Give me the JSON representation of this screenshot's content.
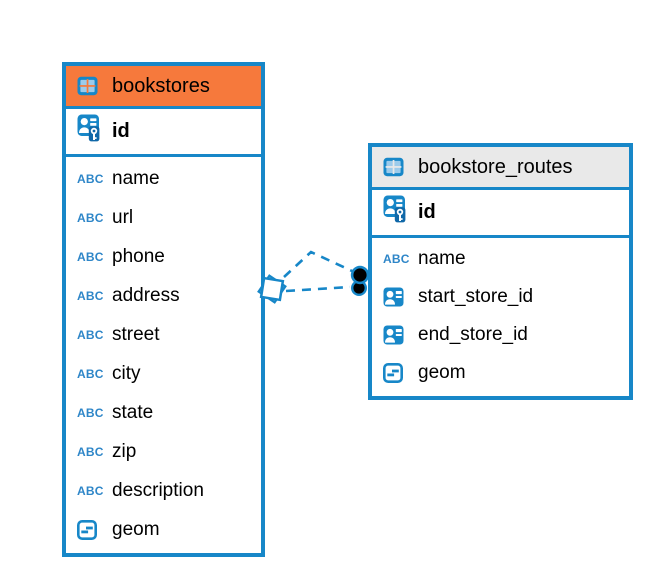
{
  "colors": {
    "accent_blue": "#1787C8",
    "header_orange": "#F6793C",
    "header_gray": "#E9E9E9",
    "row_background": "#FFFFFF",
    "text": "#000000",
    "relation_endpoint_black": "#000000"
  },
  "icon_labels": {
    "text_type": "ABC"
  },
  "tables": [
    {
      "title": "bookstores",
      "header_style": "orange",
      "pk": {
        "name": "id"
      },
      "columns": [
        {
          "name": "name",
          "type": "text"
        },
        {
          "name": "url",
          "type": "text"
        },
        {
          "name": "phone",
          "type": "text"
        },
        {
          "name": "address",
          "type": "text"
        },
        {
          "name": "street",
          "type": "text"
        },
        {
          "name": "city",
          "type": "text"
        },
        {
          "name": "state",
          "type": "text"
        },
        {
          "name": "zip",
          "type": "text"
        },
        {
          "name": "description",
          "type": "text"
        },
        {
          "name": "geom",
          "type": "geometry"
        }
      ]
    },
    {
      "title": "bookstore_routes",
      "header_style": "gray",
      "pk": {
        "name": "id"
      },
      "columns": [
        {
          "name": "name",
          "type": "text"
        },
        {
          "name": "start_store_id",
          "type": "reference"
        },
        {
          "name": "end_store_id",
          "type": "reference"
        },
        {
          "name": "geom",
          "type": "geometry"
        }
      ]
    }
  ],
  "relationship": {
    "from_table": "bookstores",
    "to_table": "bookstore_routes",
    "line_style": "dashed",
    "line_count": 2,
    "left_endpoint": "stacked-diamond",
    "right_endpoint": "two-black-dots"
  }
}
